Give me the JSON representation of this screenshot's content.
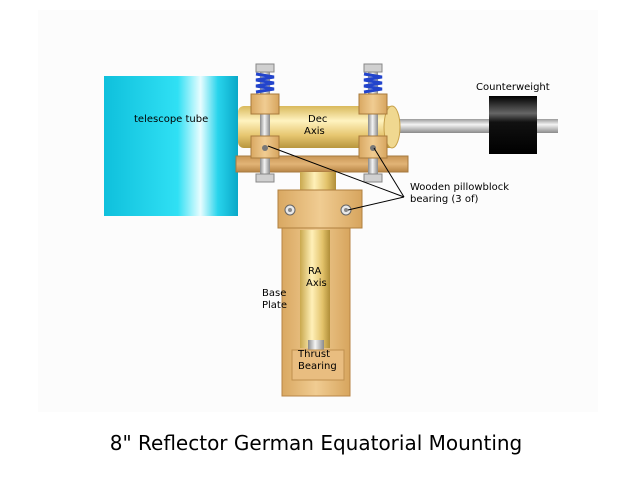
{
  "title": "8\" Reflector German Equatorial Mounting",
  "labels": {
    "telescope_tube": "telescope tube",
    "dec_axis": [
      "Dec",
      "Axis"
    ],
    "counterweight": "Counterweight",
    "pillowblock": [
      "Wooden pillowblock",
      "bearing (3 of)"
    ],
    "ra_axis": [
      "RA",
      "Axis"
    ],
    "base_plate": [
      "Base",
      "Plate"
    ],
    "thrust_bearing": [
      "Thrust",
      "Bearing"
    ]
  },
  "colors": {
    "tube": "#22d8ee",
    "wood": "#e4b87a",
    "wood_dark": "#b98a4e",
    "brass": "#e8cf78",
    "steel": "#c8c8c8",
    "spring": "#2244cc",
    "counterweight": "#111111"
  }
}
